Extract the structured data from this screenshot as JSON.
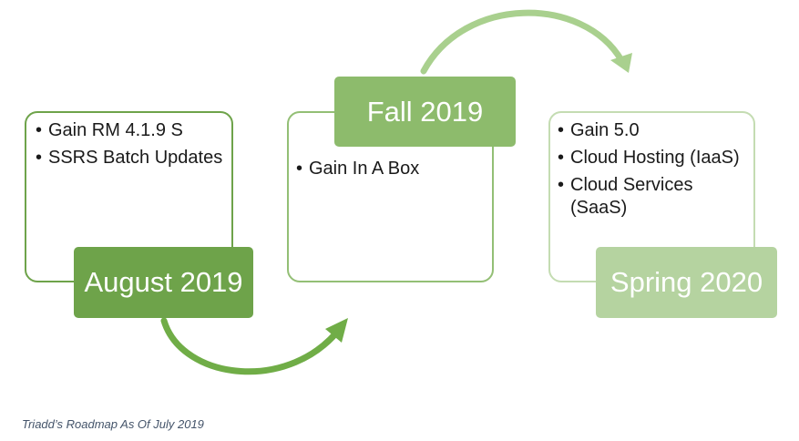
{
  "colors": {
    "dark_green": "#6ea34a",
    "mid_green": "#93bf75",
    "light_green": "#c4dcb2",
    "arrow_dark": "#70ad47",
    "arrow_light": "#a9d08e",
    "caption": "#44546a"
  },
  "stages": [
    {
      "label": "August 2019",
      "items": [
        "Gain RM 4.1.9 S",
        "SSRS Batch Updates"
      ]
    },
    {
      "label": "Fall 2019",
      "items": [
        "Gain In A Box"
      ]
    },
    {
      "label": "Spring 2020",
      "items": [
        "Gain 5.0",
        "Cloud Hosting (IaaS)",
        "Cloud Services (SaaS)"
      ]
    }
  ],
  "caption": "Triadd’s Roadmap As Of July 2019"
}
